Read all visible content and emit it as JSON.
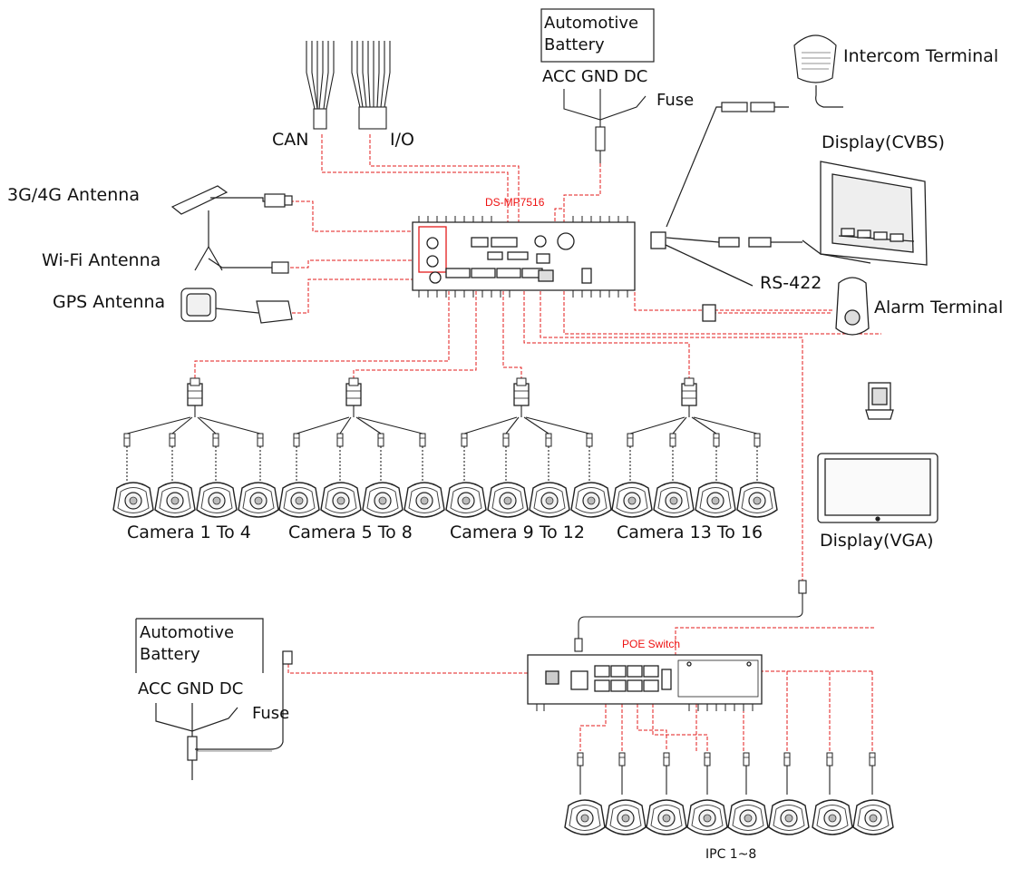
{
  "labels": {
    "can": "CAN",
    "io": "I/O",
    "antenna_3g4g": "3G/4G Antenna",
    "antenna_wifi": "Wi-Fi Antenna",
    "antenna_gps": "GPS Antenna",
    "battery_top": "Automotive\nBattery",
    "battery_top_terminals": "ACC GND DC",
    "fuse_top": "Fuse",
    "intercom": "Intercom Terminal",
    "display_cvbs": "Display(CVBS)",
    "rs422": "RS-422",
    "alarm": "Alarm Terminal",
    "display_vga": "Display(VGA)",
    "device_model": "DS-MP7516",
    "cam_group_1": "Camera 1 To 4",
    "cam_group_2": "Camera 5 To 8",
    "cam_group_3": "Camera 9 To 12",
    "cam_group_4": "Camera 13 To 16",
    "battery_bottom": "Automotive\nBattery",
    "battery_bottom_terminals": "ACC GND DC",
    "fuse_bottom": "Fuse",
    "poe_switch": "POE Switch",
    "ipc": "IPC 1~8"
  },
  "colors": {
    "line": "#222222",
    "red_dashed": "#e31b1b"
  }
}
